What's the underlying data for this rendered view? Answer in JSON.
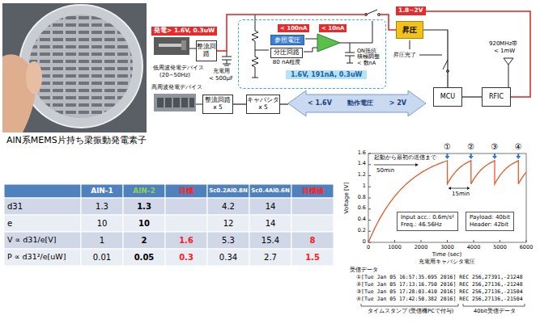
{
  "diagram": {
    "nodes": [
      {
        "text": [
          "発電> 1.6V, 0.3uW"
        ]
      },
      {
        "text": [
          "整流回路"
        ]
      },
      {
        "text": [
          "1.6V, 191nA, 0.3uW"
        ]
      },
      {
        "text": [
          "< 100nA"
        ],
        "in": 2
      },
      {
        "text": [
          "参照電圧"
        ],
        "in": 2
      },
      {
        "text": [
          "< 10nA"
        ],
        "in": 2
      },
      {
        "text": [
          "分圧回路",
          "80 nA程度"
        ],
        "in": 2
      },
      {
        "text": [
          "1.8~2V"
        ]
      },
      {
        "text": [
          "昇圧"
        ]
      },
      {
        "text": [
          "MCU"
        ]
      },
      {
        "text": [
          "RFIC"
        ]
      },
      {
        "text": [
          "整流回路 x 5"
        ]
      },
      {
        "text": [
          "キャパシタ x 5"
        ]
      },
      {
        "text": [
          "動作電圧",
          "< 1.6V",
          "> 2V"
        ]
      },
      {
        "text": [
          "Input acc.: 0.6m/s²",
          "Freq.: 46.56Hz"
        ]
      },
      {
        "text": [
          "Payload: 40bit",
          "Header: 42bit"
        ]
      }
    ],
    "edges": [
      {
        "from": 8,
        "to": 9,
        "arrow": "none"
      },
      {
        "from": 9,
        "to": 10,
        "arrow": "none"
      },
      {
        "from": 11,
        "to": 12,
        "arrow": "none"
      },
      {
        "from": 12,
        "to": 13,
        "arrow": "none"
      }
    ],
    "labels": [
      "AlN系MEMS片持ち梁振動発電素子",
      "低周波発電デバイス",
      "(20~50Hz)",
      "充電用",
      "< 500μF",
      "ON抵抗 積極調整 < 数nA",
      "昇圧完了",
      "920MHz帯",
      "< 1mW",
      "高周波発電デバイス",
      "AlN-1",
      "AlN-2",
      "目標",
      "Sc0.2Al0.8N",
      "Sc0.4Al0.6N",
      "目標値",
      "d31",
      "1.3",
      "1.3",
      "4.2",
      "14",
      "e",
      "10",
      "10",
      "12",
      "14",
      "V ∝ d31/e[V]",
      "1",
      "2",
      "1.6",
      "5.3",
      "15.4",
      "8",
      "P ∝ d31²/e[uW]",
      "0.01",
      "0.05",
      "0.3",
      "0.34",
      "2.7",
      "1.5",
      "0",
      "0.2",
      "0.4",
      "0.6",
      "0.8",
      "1",
      "1.2",
      "1.4",
      "1.6",
      "0",
      "1000",
      "2000",
      "3000",
      "4000",
      "5000",
      "6000",
      "Voltage [V]",
      "Time (sec)",
      "①",
      "②",
      "③",
      "④",
      "起動から最初の送信まで",
      "50min",
      "15min",
      "受信データ",
      "充電用キャパシタ電圧",
      "①[Tue Jan 05 16:57:35.695 2016] REC 256,27391,-21248",
      "②[Tue Jan 05 17:13:16.750 2016] REC 256,27136,-21248",
      "③[Tue Jan 05 17:28:03.410 2016] REC 256,27136,-21504",
      "④[Tue Jan 05 17:42:50.382 2016] REC 256,27136,-21504",
      "タイムスタンプ (受信機PCで付与)",
      "40bit受信データ"
    ]
  }
}
